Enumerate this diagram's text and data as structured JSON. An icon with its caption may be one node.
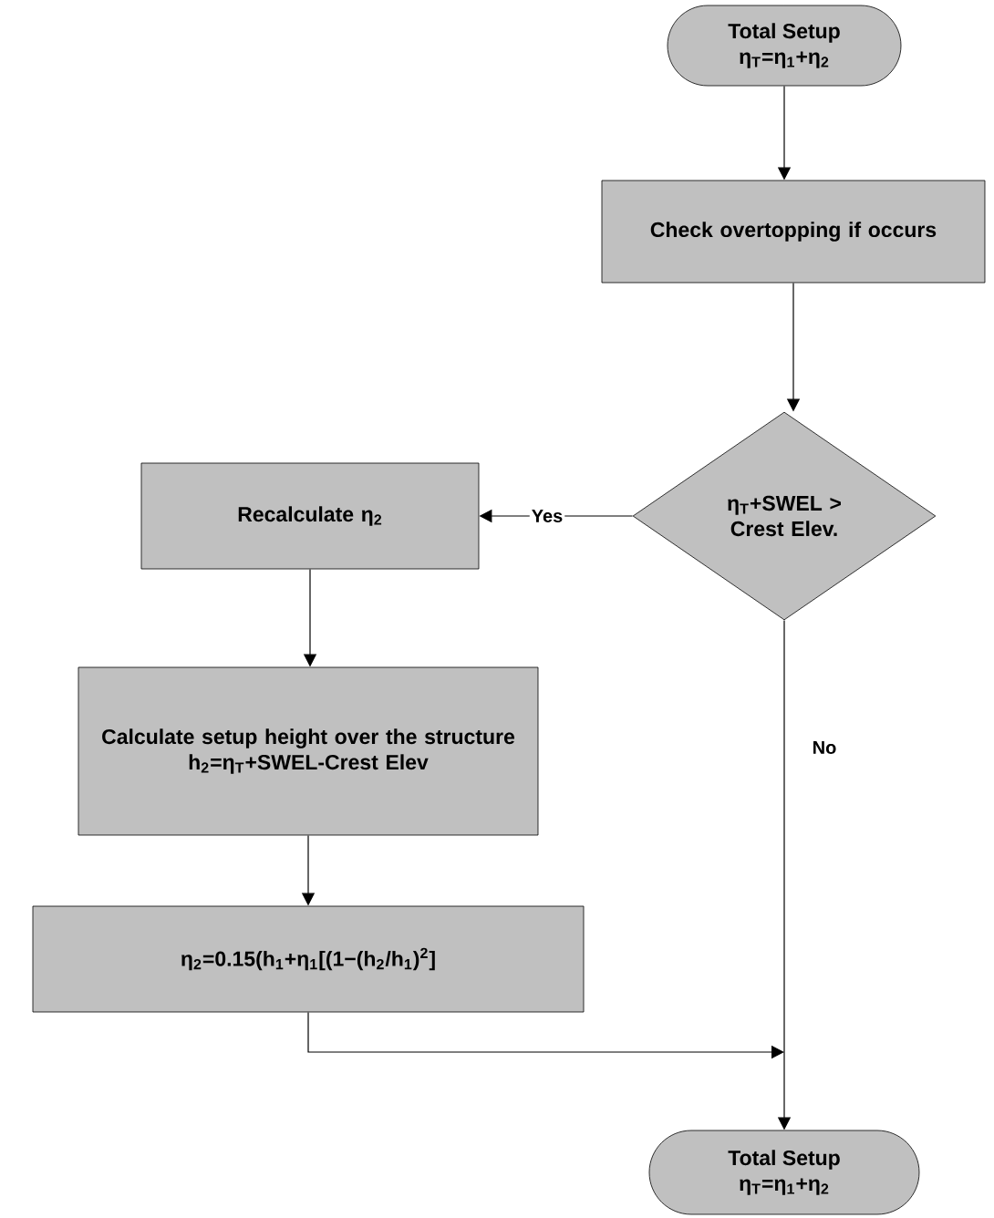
{
  "diagram": {
    "nodes": [
      {
        "text": [
          "Total Setup",
          "η$_{T}$=η$_{1}$+η$_{2}$"
        ]
      },
      {
        "text": [
          "Check overtopping if occurs"
        ]
      },
      {
        "text": [
          "η$_{T}$+SWEL > Crest Elev."
        ]
      },
      {
        "text": [
          "Recalculate η$_{2}$"
        ]
      },
      {
        "text": [
          "Calculate setup height over the structure",
          "h$_{2}$=η$_{T}$+SWEL-Crest Elev"
        ]
      },
      {
        "text": [
          "η$_{2}$=0.15(h$_{1}$+η$_{1}$[(1−(h$_{2}$/h$_{1}$)$^{2}$]"
        ]
      },
      {
        "text": [
          "Total Setup",
          "η$_{T}$=η$_{1}$+η$_{2}$"
        ]
      }
    ],
    "edges": [
      {
        "from": 0,
        "to": 1,
        "arrow": "to"
      },
      {
        "from": 1,
        "to": 2,
        "arrow": "to"
      },
      {
        "from": 2,
        "to": 3,
        "arrow": "to",
        "label": "Yes"
      },
      {
        "from": 3,
        "to": 4,
        "arrow": "to"
      },
      {
        "from": 4,
        "to": 5,
        "arrow": "to"
      },
      {
        "from": 5,
        "to": 6,
        "arrow": "to"
      },
      {
        "from": 2,
        "to": 6,
        "arrow": "to",
        "label": "No"
      }
    ]
  }
}
